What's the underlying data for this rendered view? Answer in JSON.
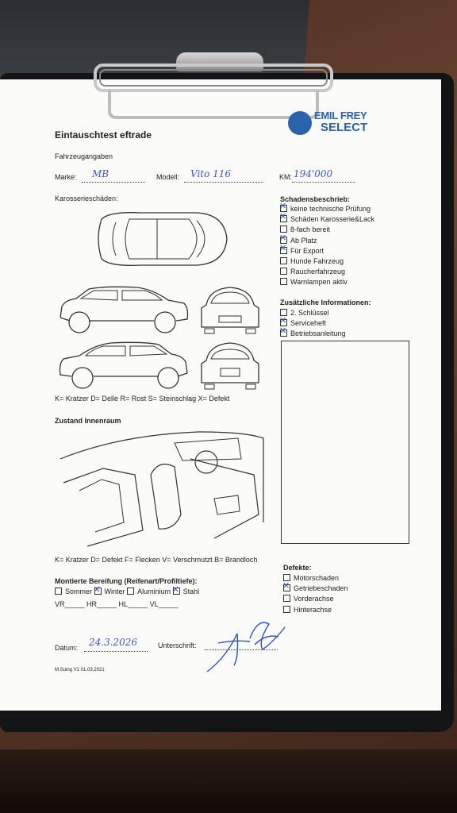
{
  "header": {
    "title": "Eintauschtest eftrade",
    "logo_line1": "EMIL FREY",
    "logo_line2": "SELECT"
  },
  "vehicle": {
    "section": "Fahrzeugangaben",
    "make_label": "Marke:",
    "make_value": "MB",
    "model_label": "Modell:",
    "model_value": "Vito 116",
    "km_label": "KM:",
    "km_value": "194'000"
  },
  "body_damage": {
    "heading": "Karosserieschäden:",
    "legend": "K= Kratzer D= Delle R= Rost S= Steinschlag X= Defekt"
  },
  "interior": {
    "heading": "Zustand Innenraum",
    "legend": "K= Kratzer D= Defekt F= Flecken V= Verschmutzt B= Brandloch"
  },
  "damage_description": {
    "heading": "Schadensbeschrieb:",
    "items": [
      {
        "label": "keine technische Prüfung",
        "checked": true
      },
      {
        "label": "Schäden Karosserie&Lack",
        "checked": true
      },
      {
        "label": "8-fach bereit",
        "checked": false
      },
      {
        "label": "Ab Platz",
        "checked": true
      },
      {
        "label": "Für Export",
        "checked": true
      },
      {
        "label": "Hunde Fahrzeug",
        "checked": false
      },
      {
        "label": "Raucherfahrzeug",
        "checked": false
      },
      {
        "label": "Warnlampen aktiv",
        "checked": false
      }
    ]
  },
  "additional_info": {
    "heading": "Zusätzliche Informationen:",
    "items": [
      {
        "label": "2. Schlüssel",
        "checked": false
      },
      {
        "label": "Serviceheft",
        "checked": true
      },
      {
        "label": "Betriebsanleitung",
        "checked": true
      }
    ]
  },
  "tires": {
    "heading": "Montierte Bereifung (Reifenart/Profiltiefe):",
    "options": [
      {
        "label": "Sommer",
        "checked": false
      },
      {
        "label": "Winter",
        "checked": true
      },
      {
        "label": "Aluminium",
        "checked": false
      },
      {
        "label": "Stahl",
        "checked": true
      }
    ],
    "depths": "VR_____ HR_____ HL_____ VL_____"
  },
  "defects": {
    "heading": "Defekte:",
    "items": [
      {
        "label": "Motorschaden",
        "checked": false
      },
      {
        "label": "Getriebeschaden",
        "checked": true
      },
      {
        "label": "Vorderachse",
        "checked": false
      },
      {
        "label": "Hinterachse",
        "checked": false
      }
    ]
  },
  "footer": {
    "date_label": "Datum:",
    "date_value": "24.3.2026",
    "signature_label": "Unterschrift:",
    "version": "M.Suing V1 01.03.2021"
  }
}
